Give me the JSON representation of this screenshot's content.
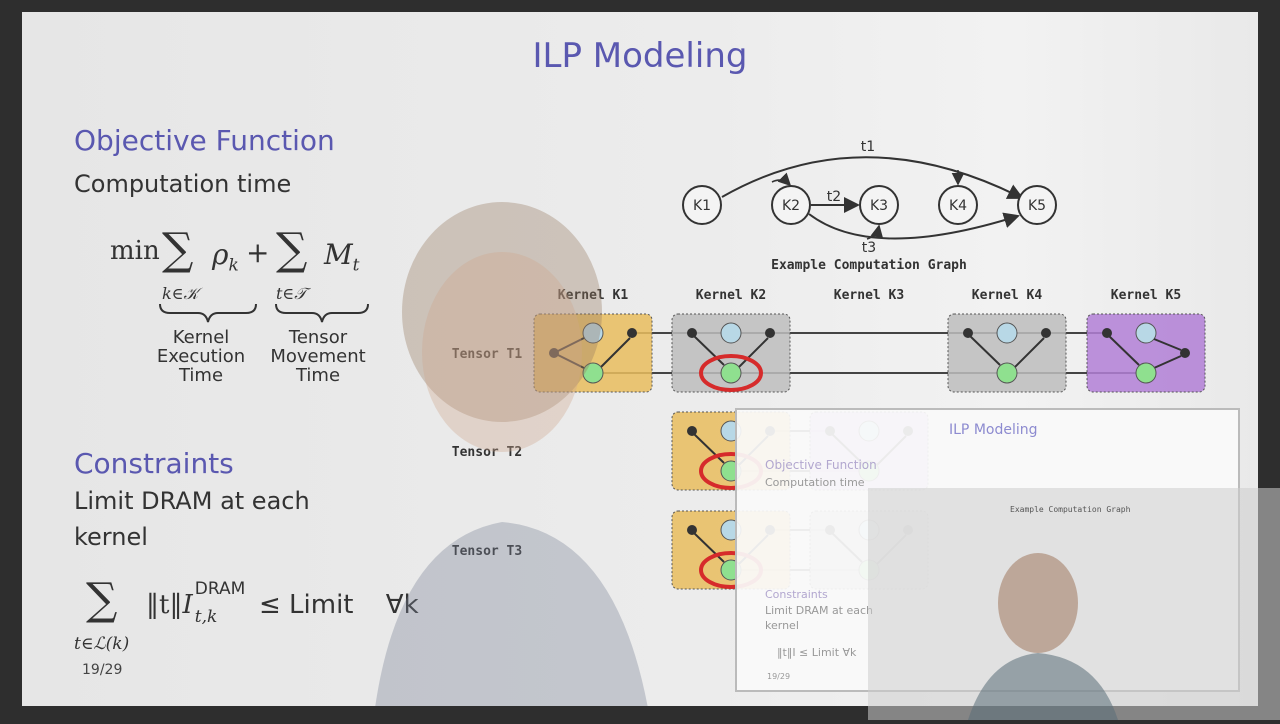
{
  "slide": {
    "title": "ILP Modeling",
    "objective_heading": "Objective Function",
    "objective_text": "Computation time",
    "objective_formula": {
      "min": "min",
      "sum1": "∑",
      "term1": "ρ",
      "term1_sub": "k",
      "plus": "+",
      "sum2": "∑",
      "term2": "M",
      "term2_sub": "t",
      "sub1": "k∈𝒦",
      "sub2": "t∈𝒯",
      "brace1_label": [
        "Kernel",
        "Execution",
        "Time"
      ],
      "brace2_label": [
        "Tensor",
        "Movement",
        "Time"
      ]
    },
    "constraints_heading": "Constraints",
    "constraints_text_1": "Limit DRAM at each",
    "constraints_text_2": "kernel",
    "constraint_formula": {
      "sum": "∑",
      "sub": "t∈ℒ(k)",
      "norm": "‖t‖",
      "var": "I",
      "sup": "DRAM",
      "var_sub": "t,k",
      "leq": "≤ Limit",
      "forall": "∀k"
    },
    "page_number": "19/29"
  },
  "graph": {
    "caption": "Example Computation Graph",
    "nodes": [
      "K1",
      "K2",
      "K3",
      "K4",
      "K5"
    ],
    "edges": [
      {
        "label": "t1",
        "from": "K1",
        "to": [
          "K2",
          "K4",
          "K5"
        ]
      },
      {
        "label": "t2",
        "from": "K2",
        "to": [
          "K3"
        ]
      },
      {
        "label": "t3",
        "from": "K2",
        "to": [
          "K3",
          "K5"
        ]
      }
    ]
  },
  "schedule": {
    "kernel_headers": [
      "Kernel K1",
      "Kernel K2",
      "Kernel K3",
      "Kernel K4",
      "Kernel K5"
    ],
    "tensor_labels": [
      "Tensor T1",
      "Tensor T2",
      "Tensor T3"
    ],
    "rows": [
      [
        "orange",
        "gray",
        "none",
        "gray",
        "purple"
      ],
      [
        "none",
        "orange",
        "lightpurple",
        "none",
        "none"
      ],
      [
        "none",
        "orange",
        "gray",
        "none",
        "none"
      ]
    ],
    "highlighted": [
      [
        1,
        1
      ],
      [
        2,
        1
      ],
      [
        3,
        1
      ]
    ],
    "colors": {
      "orange": "#e9bd5e",
      "gray": "#bdbdbd",
      "purple": "#b27fd6",
      "lightpurple": "#d2a8f2",
      "blue_node": "#b8d8e6",
      "green_node": "#8fe08f",
      "highlight": "#d62b2b",
      "title": "#5a58b0"
    }
  },
  "inset": {
    "title": "ILP Modeling",
    "objective_heading": "Objective Function",
    "objective_text": "Computation time",
    "constraints_heading": "Constraints",
    "constraints_text_1": "Limit DRAM at each",
    "constraints_text_2": "kernel",
    "formula": "‖t‖I ≤ Limit   ∀k",
    "page_number": "19/29",
    "caption": "Example Computation Graph"
  }
}
